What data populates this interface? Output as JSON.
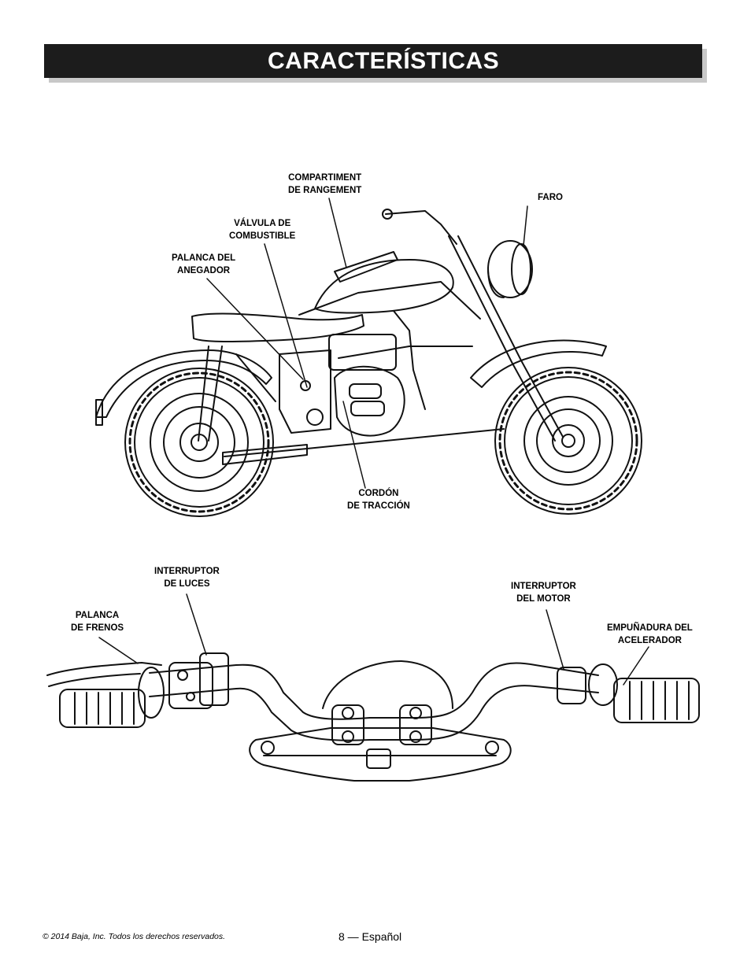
{
  "header": {
    "title": "CARACTERÍSTICAS"
  },
  "motorcycle_labels": {
    "storage": [
      "COMPARTIMENT",
      "DE RANGEMENT"
    ],
    "headlight": [
      "FARO"
    ],
    "fuel_valve": [
      "VÁLVULA DE",
      "COMBUSTIBLE"
    ],
    "choke": [
      "PALANCA DEL",
      "ANEGADOR"
    ],
    "pull_cord": [
      "CORDÓN",
      "DE TRACCIÓN"
    ]
  },
  "handlebar_labels": {
    "light_switch": [
      "INTERRUPTOR",
      "DE LUCES"
    ],
    "brake_lever": [
      "PALANCA",
      "DE FRENOS"
    ],
    "engine_switch": [
      "INTERRUPTOR",
      "DEL MOTOR"
    ],
    "throttle": [
      "EMPUÑADURA DEL",
      "ACELERADOR"
    ]
  },
  "footer": {
    "copyright": "© 2014 Baja, Inc. Todos los derechos reservados.",
    "page": "8 — Español"
  }
}
